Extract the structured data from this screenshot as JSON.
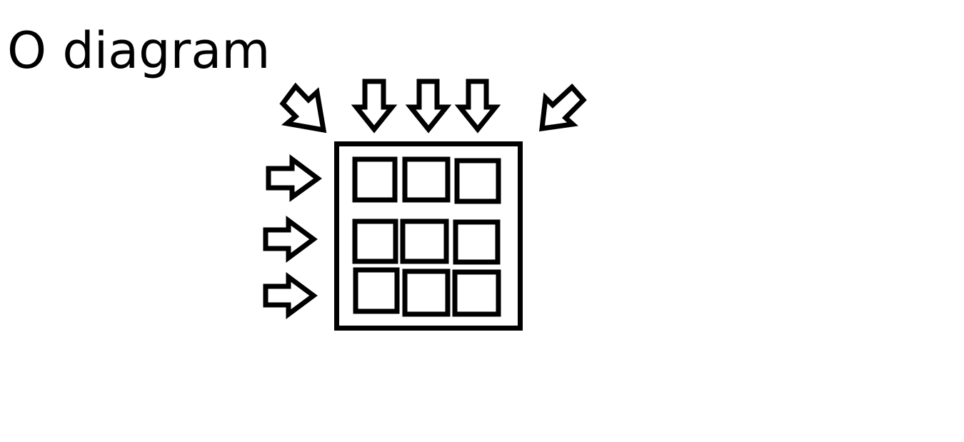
{
  "title": "O diagram",
  "colors": {
    "stroke": "#000000",
    "background": "#ffffff"
  },
  "diagram": {
    "grid": {
      "rows": 3,
      "columns": 3
    },
    "arrows": {
      "top_diagonal_left": "arrow-down-right-icon",
      "top": [
        "arrow-down-icon",
        "arrow-down-icon",
        "arrow-down-icon"
      ],
      "top_diagonal_right": "arrow-down-left-icon",
      "left": [
        "arrow-right-icon",
        "arrow-right-icon",
        "arrow-right-icon"
      ]
    }
  }
}
